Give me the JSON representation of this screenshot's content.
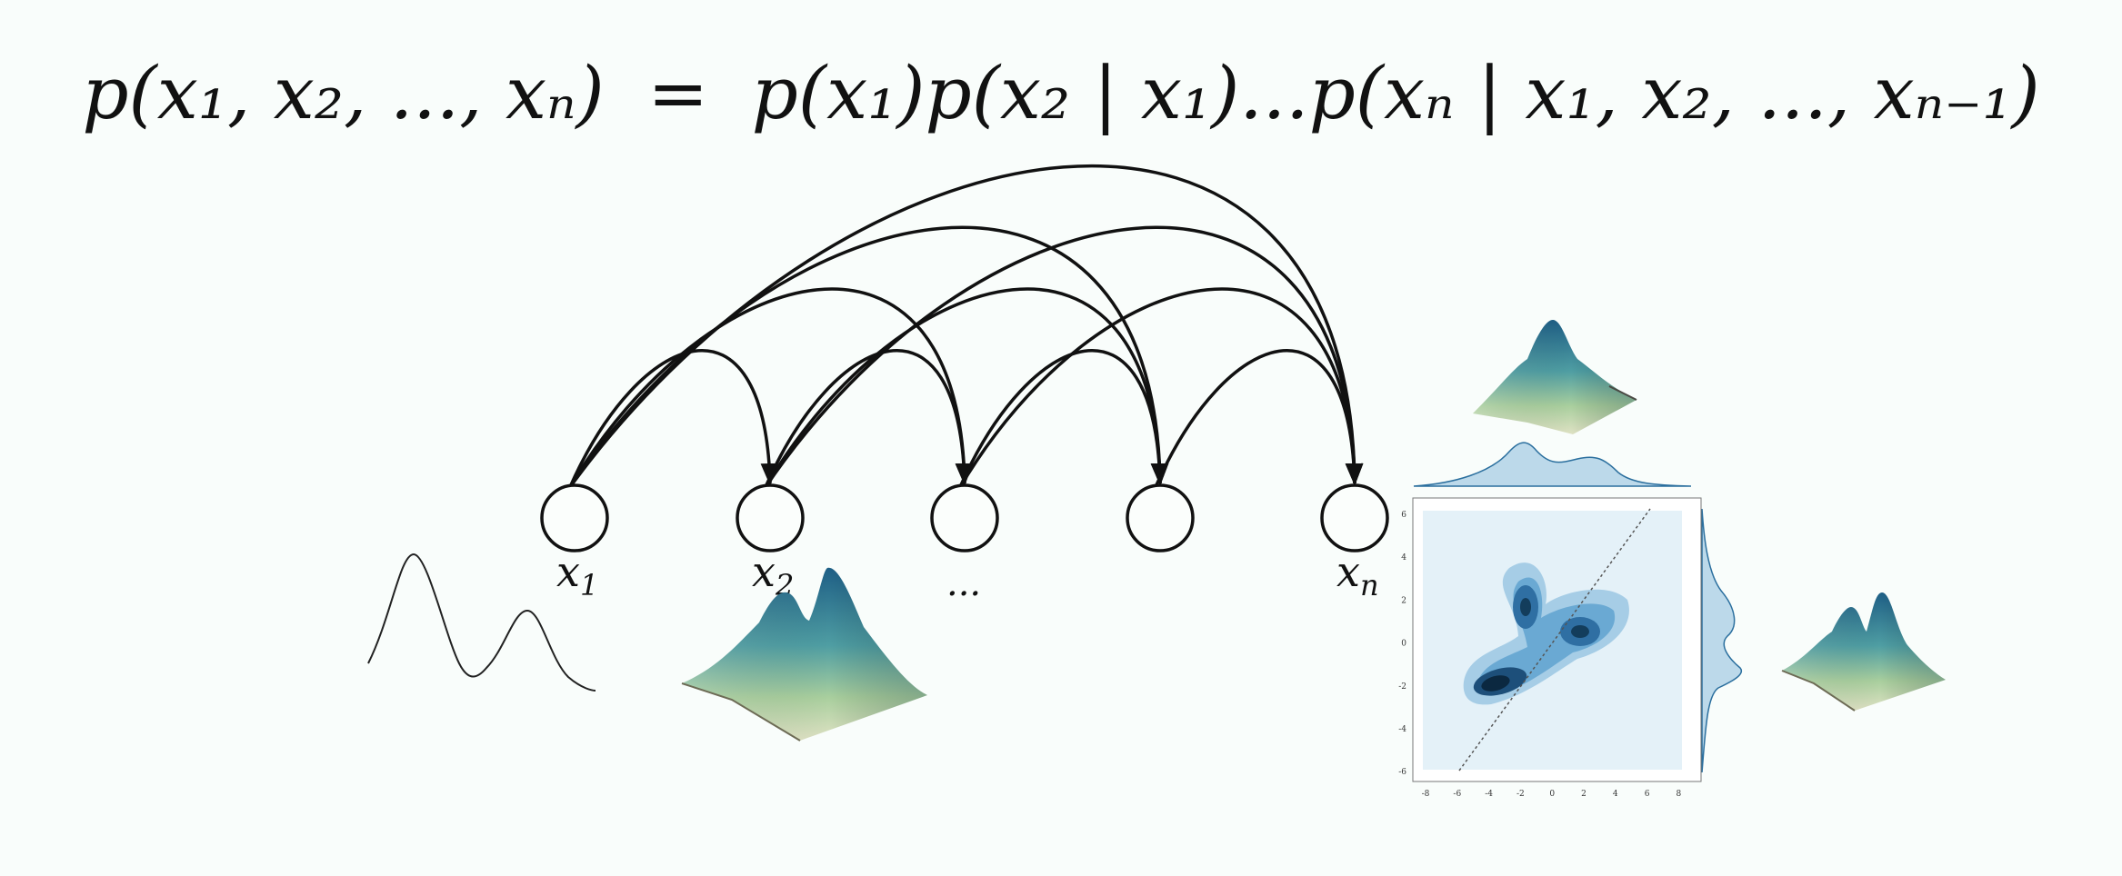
{
  "equation": {
    "lhs": "p(x₁, x₂, ..., xₙ)",
    "eq": "=",
    "rhs": "p(x₁)p(x₂ | x₁)...p(xₙ | x₁, x₂, ..., xₙ₋₁)"
  },
  "nodes": [
    {
      "id": "n1",
      "label": "x",
      "sub": "1"
    },
    {
      "id": "n2",
      "label": "x",
      "sub": "2"
    },
    {
      "id": "n3",
      "label": "...",
      "sub": ""
    },
    {
      "id": "n4",
      "label": "",
      "sub": ""
    },
    {
      "id": "n5",
      "label": "x",
      "sub": "n"
    }
  ],
  "edges": [
    {
      "from": 0,
      "to": 1
    },
    {
      "from": 0,
      "to": 2
    },
    {
      "from": 0,
      "to": 3
    },
    {
      "from": 0,
      "to": 4
    },
    {
      "from": 1,
      "to": 2
    },
    {
      "from": 1,
      "to": 3
    },
    {
      "from": 1,
      "to": 4
    },
    {
      "from": 2,
      "to": 3
    },
    {
      "from": 2,
      "to": 4
    },
    {
      "from": 3,
      "to": 4
    }
  ],
  "joint_plot": {
    "x_ticks": [
      "-8",
      "-6",
      "-4",
      "-2",
      "0",
      "2",
      "4",
      "6",
      "8"
    ],
    "y_ticks": [
      "6",
      "4",
      "2",
      "0",
      "-2",
      "-4",
      "-6"
    ]
  },
  "colors": {
    "background": "#f9fdfb",
    "ink": "#111111",
    "surface_peak": "#1e5f86",
    "surface_mid": "#5fa79e",
    "surface_base": "#d9dfbe",
    "kde_dark": "#0b2840",
    "kde_light": "#e4f1f8"
  }
}
